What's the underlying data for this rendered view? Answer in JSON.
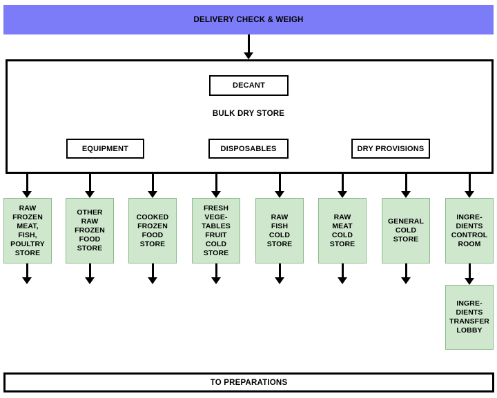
{
  "banner": {
    "title": "DELIVERY CHECK & WEIGH"
  },
  "main": {
    "decant": "DECANT",
    "label": "BULK DRY STORE",
    "sections": [
      "EQUIPMENT",
      "DISPOSABLES",
      "DRY PROVISIONS"
    ]
  },
  "stores": [
    {
      "label": "RAW\nFROZEN\nMEAT,\nFISH,\nPOULTRY\nSTORE"
    },
    {
      "label": "OTHER\nRAW\nFROZEN\nFOOD\nSTORE"
    },
    {
      "label": "COOKED\nFROZEN\nFOOD\nSTORE"
    },
    {
      "label": "FRESH\nVEGE-\nTABLES\nFRUIT\nCOLD\nSTORE"
    },
    {
      "label": "RAW\nFISH\nCOLD\nSTORE"
    },
    {
      "label": "RAW\nMEAT\nCOLD\nSTORE"
    },
    {
      "label": "GENERAL\nCOLD\nSTORE"
    },
    {
      "label": "INGRE-\nDIENTS\nCONTROL\nROOM"
    }
  ],
  "lobby": {
    "label": "INGRE-\nDIENTS\nTRANSFER\nLOBBY"
  },
  "footer": {
    "title": "TO PREPARATIONS"
  },
  "colors": {
    "banner_bg": "#7c7cf8",
    "store_fill": "#cee7cd",
    "store_border": "#8cb98c",
    "line": "#000000"
  }
}
